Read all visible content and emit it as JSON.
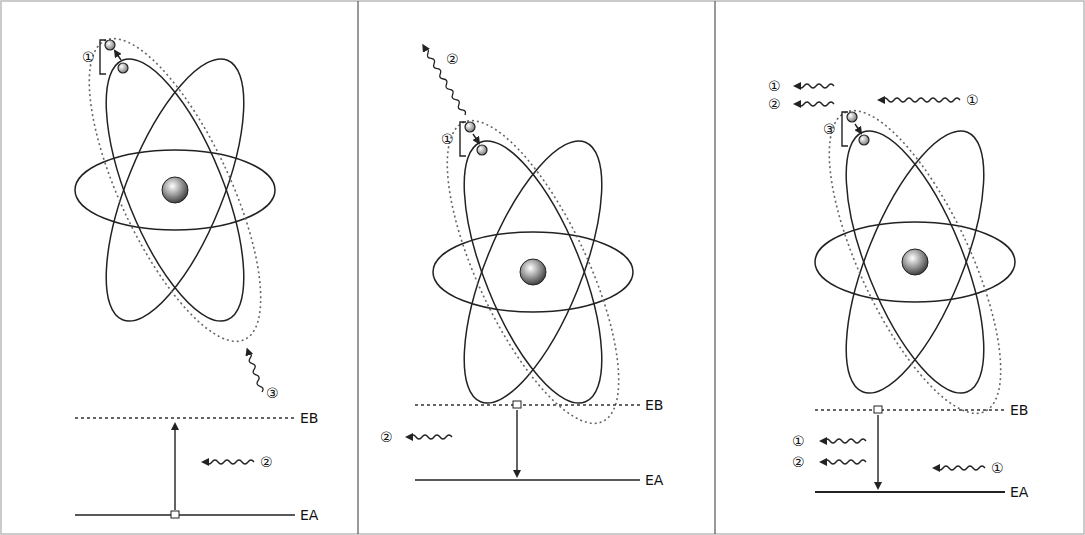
{
  "diagram": {
    "labels": [
      "①",
      "③",
      "EB",
      "②",
      "EA",
      "②",
      "①",
      "EB",
      "②",
      "EA",
      "①",
      "②",
      "①",
      "③",
      "EB",
      "①",
      "②",
      "①",
      "EA"
    ]
  }
}
